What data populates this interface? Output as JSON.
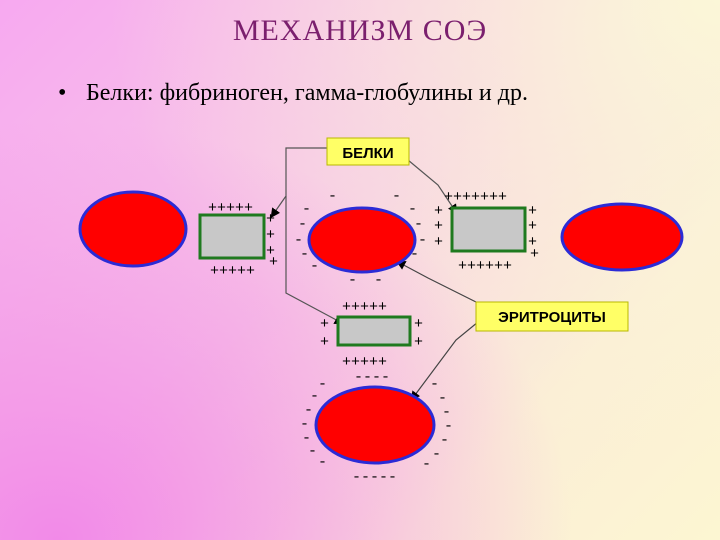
{
  "slide": {
    "title": "МЕХАНИЗМ СОЭ",
    "bullet_marker": "•",
    "bullet_text": "Белки: фибриноген, гамма-глобулины и др."
  },
  "diagram": {
    "label_proteins": "БЕЛКИ",
    "label_erythrocytes": "ЭРИТРОЦИТЫ",
    "charges": {
      "p1_top": "+++++",
      "p1_bottom": "+++++",
      "p2_top": "+++++++",
      "p2_bottom": "++++++",
      "p3_top": "+++++",
      "p3_bottom": "+++++",
      "plus": "+",
      "minus": "-",
      "bottom_top": "----",
      "bottom_bottom": "-----"
    }
  },
  "colors": {
    "cell_fill": "#ff0000",
    "cell_stroke": "#2b2bd6",
    "protein_fill": "#c8c8c8",
    "protein_stroke": "#1f7a1f",
    "label_fill": "#ffff66",
    "title": "#7b1f6e"
  }
}
